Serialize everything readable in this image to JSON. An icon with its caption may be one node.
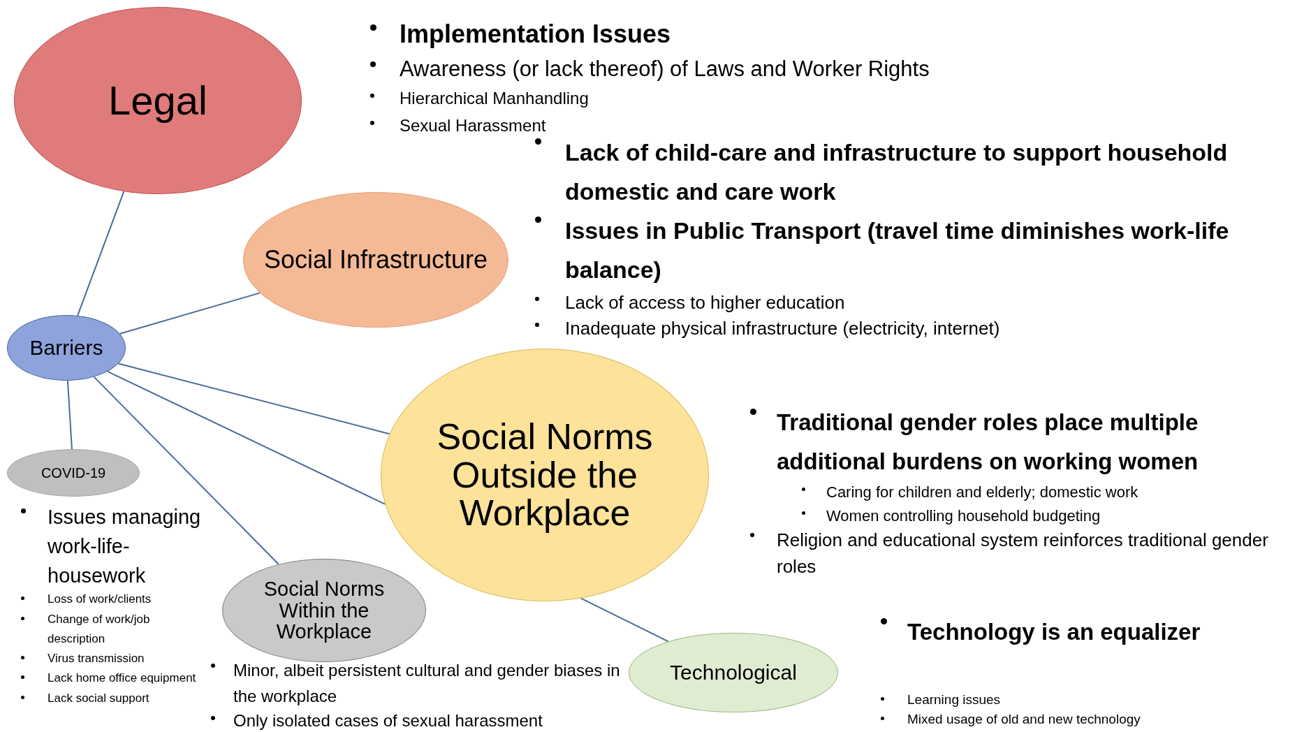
{
  "diagram": {
    "nodes": [
      {
        "text": [
          "Legal"
        ]
      },
      {
        "text": [
          "Social Infrastructure"
        ]
      },
      {
        "text": [
          "Barriers"
        ]
      },
      {
        "text": [
          "Social Norms Outside the Workplace"
        ]
      },
      {
        "text": [
          "COVID-19"
        ]
      },
      {
        "text": [
          "Social Norms Within the Workplace"
        ]
      },
      {
        "text": [
          "Technological"
        ]
      }
    ],
    "edges": [
      {
        "from": 2,
        "to": 0,
        "arrow": "none"
      },
      {
        "from": 2,
        "to": 1,
        "arrow": "none"
      },
      {
        "from": 2,
        "to": 3,
        "arrow": "none"
      },
      {
        "from": 2,
        "to": 3,
        "arrow": "none"
      },
      {
        "from": 2,
        "to": 4,
        "arrow": "none"
      },
      {
        "from": 2,
        "to": 5,
        "arrow": "none"
      },
      {
        "from": 3,
        "to": 6,
        "arrow": "none"
      }
    ],
    "labels": [
      "Implementation Issues",
      "Awareness (or lack thereof) of Laws and Worker Rights",
      "Hierarchical Manhandling",
      "Sexual Harassment",
      "Lack of child-care and infrastructure to support household domestic and care work",
      "Issues in Public Transport (travel time diminishes work-life balance)",
      "Lack of access to higher education",
      "Inadequate physical infrastructure (electricity, internet)",
      "Traditional gender roles place multiple additional burdens on working women",
      "Caring for children and elderly; domestic work",
      "Women controlling household budgeting",
      "Religion and educational system reinforces traditional gender roles",
      "Issues managing work-life-housework",
      "Loss of work/clients",
      "Change of work/job description",
      "Virus transmission",
      "Lack home office equipment",
      "Lack social support",
      "Minor, albeit persistent cultural and gender biases in the workplace",
      "Only isolated cases of sexual harassment",
      "Technology is an equalizer",
      "Learning issues",
      "Mixed usage of old and new technology"
    ]
  }
}
